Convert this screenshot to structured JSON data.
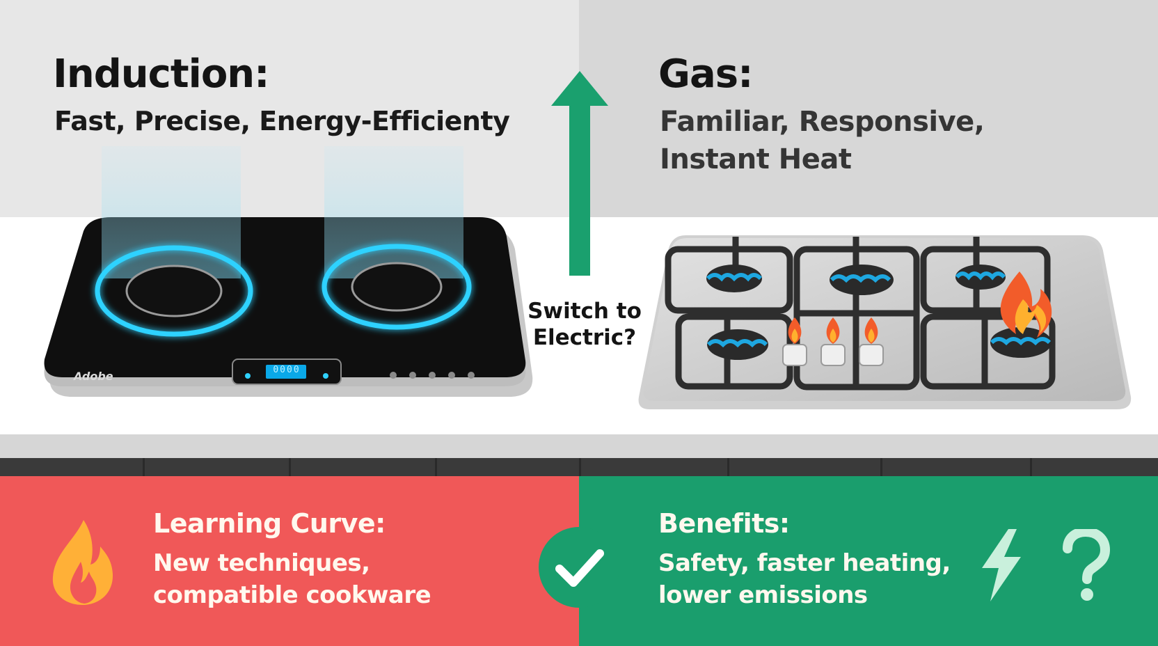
{
  "induction": {
    "title": "Induction:",
    "subtitle": "Fast, Precise, Energy-Efficienty",
    "brand": "Adobe",
    "display": "0000"
  },
  "gas": {
    "title": "Gas:",
    "subtitle_line1": "Familiar, Responsive,",
    "subtitle_line2": "Instant Heat"
  },
  "center": {
    "question_line1": "Switch to",
    "question_line2": "Electric?",
    "arrow_icon": "up-arrow-icon",
    "check_icon": "checkmark-icon"
  },
  "learning_curve": {
    "title": "Learning Curve:",
    "line1": "New techniques,",
    "line2": "compatible cookware",
    "icon": "flame-icon"
  },
  "benefits": {
    "title": "Benefits:",
    "line1": "Safety, faster heating,",
    "line2": "lower emissions",
    "icons": [
      "lightning-icon",
      "question-mark-icon"
    ]
  },
  "colors": {
    "accent_green": "#1a9e6d",
    "accent_red": "#f05858",
    "glow_blue": "#2fd2ff"
  }
}
